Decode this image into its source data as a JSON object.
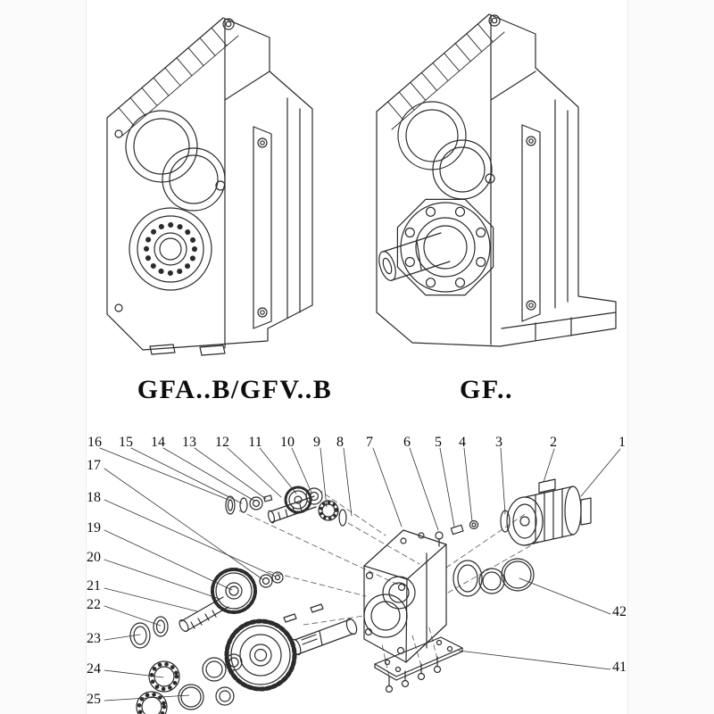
{
  "labels": {
    "left_model": "GFA..B/GFV..B",
    "right_model": "GF.."
  },
  "callouts": {
    "top": [
      "16",
      "15",
      "14",
      "13",
      "12",
      "11",
      "10",
      "9",
      "8",
      "7",
      "6",
      "5",
      "4",
      "3",
      "2",
      "1"
    ],
    "left": [
      "17",
      "18",
      "19",
      "20",
      "21",
      "22",
      "23",
      "24",
      "25"
    ],
    "right": [
      "42",
      "41"
    ]
  },
  "colors": {
    "line": "#2b2b2b",
    "construction": "#555555"
  }
}
